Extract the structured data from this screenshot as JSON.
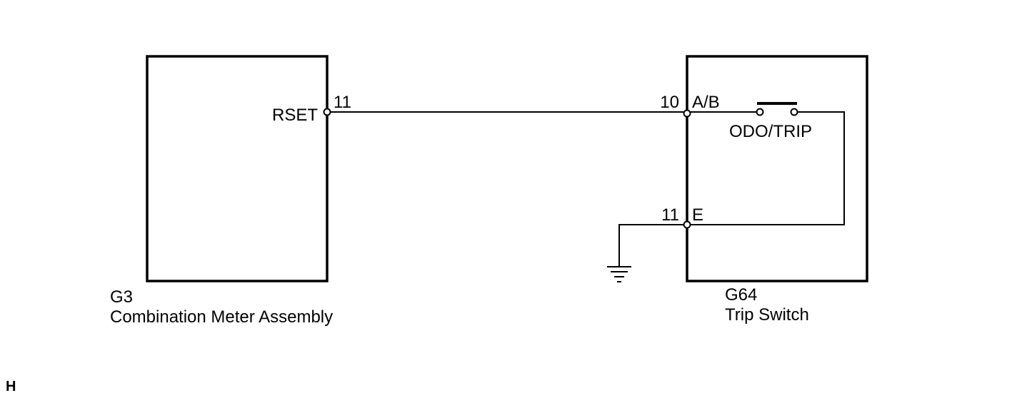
{
  "colors": {
    "line": "#000000",
    "background": "#ffffff"
  },
  "components": {
    "meter": {
      "code": "G3",
      "name": "Combination Meter Assembly",
      "pin_label": "RSET",
      "pin_number": "11"
    },
    "trip_switch": {
      "code": "G64",
      "name": "Trip Switch",
      "pin_ab_number": "10",
      "pin_ab_label": "A/B",
      "pin_e_number": "11",
      "pin_e_label": "E",
      "switch_label": "ODO/TRIP"
    }
  },
  "ground_symbol": "ground-icon",
  "corner_mark": "H"
}
